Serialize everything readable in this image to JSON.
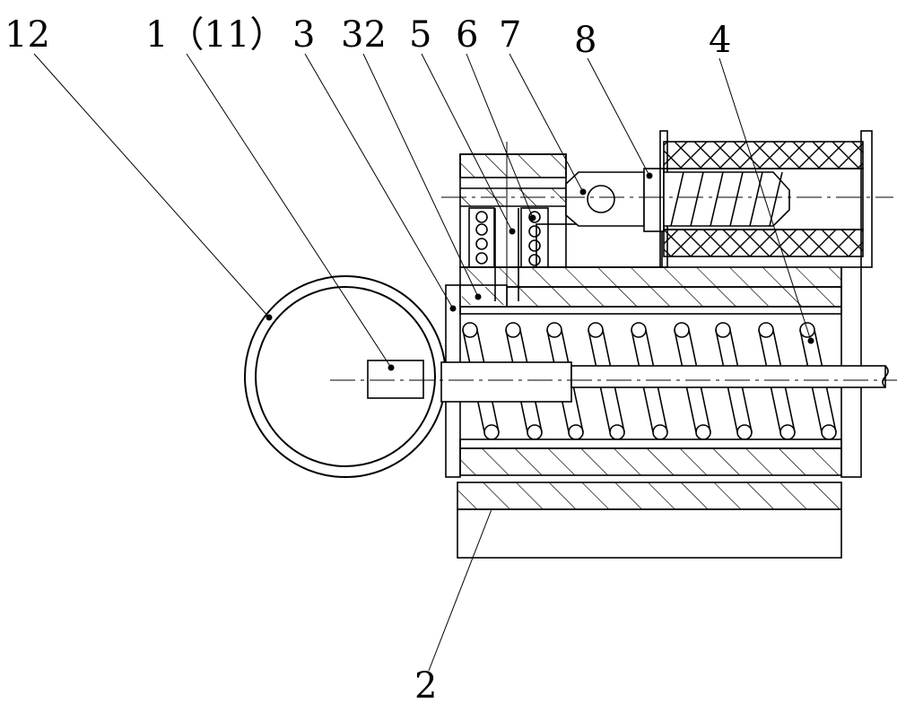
{
  "labels": {
    "l12": "12",
    "l1": "1（11）",
    "l3": "3",
    "l32": "32",
    "l5": "5",
    "l6": "6",
    "l7": "7",
    "l8": "8",
    "l4": "4",
    "l2": "2"
  },
  "colors": {
    "line": "#000000",
    "background": "#ffffff"
  }
}
